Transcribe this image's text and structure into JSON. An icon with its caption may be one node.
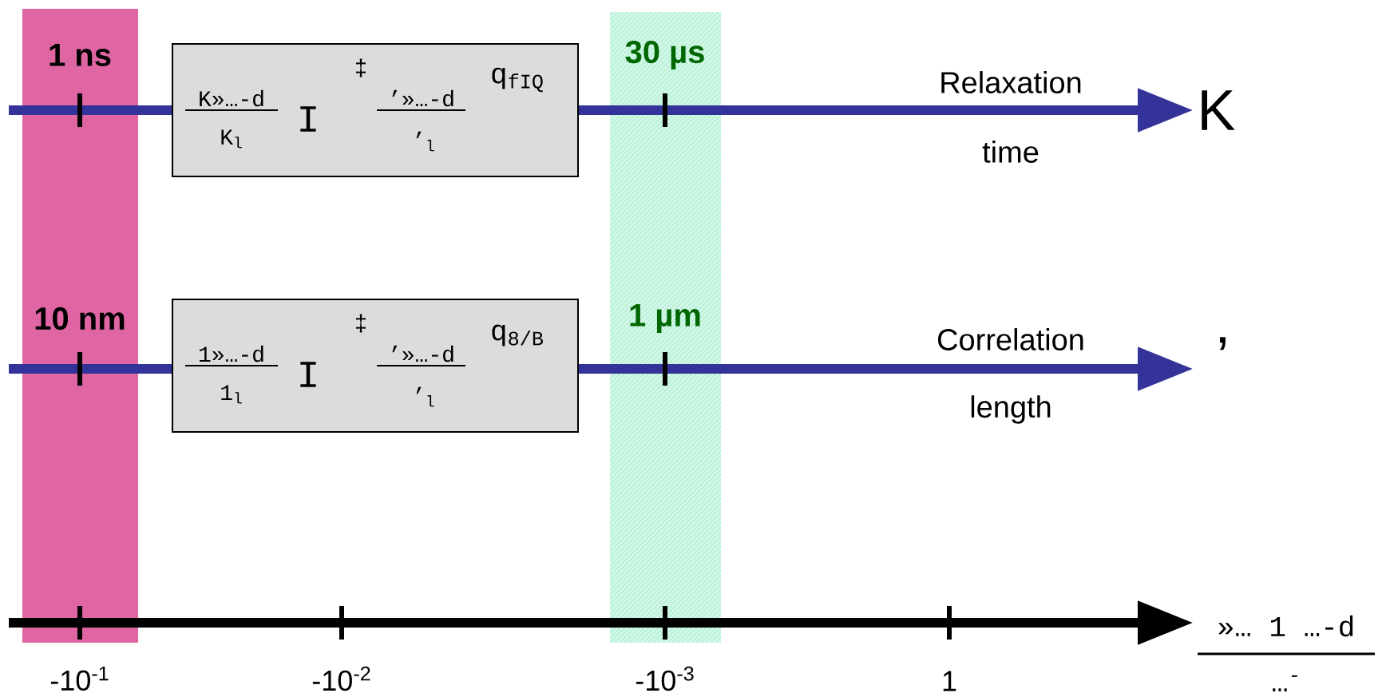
{
  "diagram": {
    "nodes": [
      {
        "text": [
          "K»…-d",
          "K$_{l}$",
          "I",
          "‡",
          "’»…-d",
          "’$_{l}$",
          "q$_{fIQ}$"
        ]
      },
      {
        "text": [
          "K"
        ]
      },
      {
        "text": [
          "1»…-d",
          "1$_{l}$",
          "I",
          "‡",
          "’»…-d",
          "’$_{l}$",
          "q$_{8/B}$"
        ]
      },
      {
        "text": [
          "’"
        ]
      }
    ],
    "edges": [
      {
        "from": null,
        "to": 0,
        "arrow": "none"
      },
      {
        "from": 0,
        "to": 1,
        "arrow": "to"
      },
      {
        "from": null,
        "to": 2,
        "arrow": "none"
      },
      {
        "from": 2,
        "to": 3,
        "arrow": "to"
      }
    ],
    "labels": [
      "1 ns",
      "30 µs",
      "Relaxation",
      "time",
      "10 nm",
      "1 µm",
      "Correlation",
      "length",
      "-10$^{-1}$",
      "-10$^{-2}$",
      "-10$^{-3}$",
      "1",
      "»… 1 …-d",
      "…$^{-}$"
    ]
  }
}
